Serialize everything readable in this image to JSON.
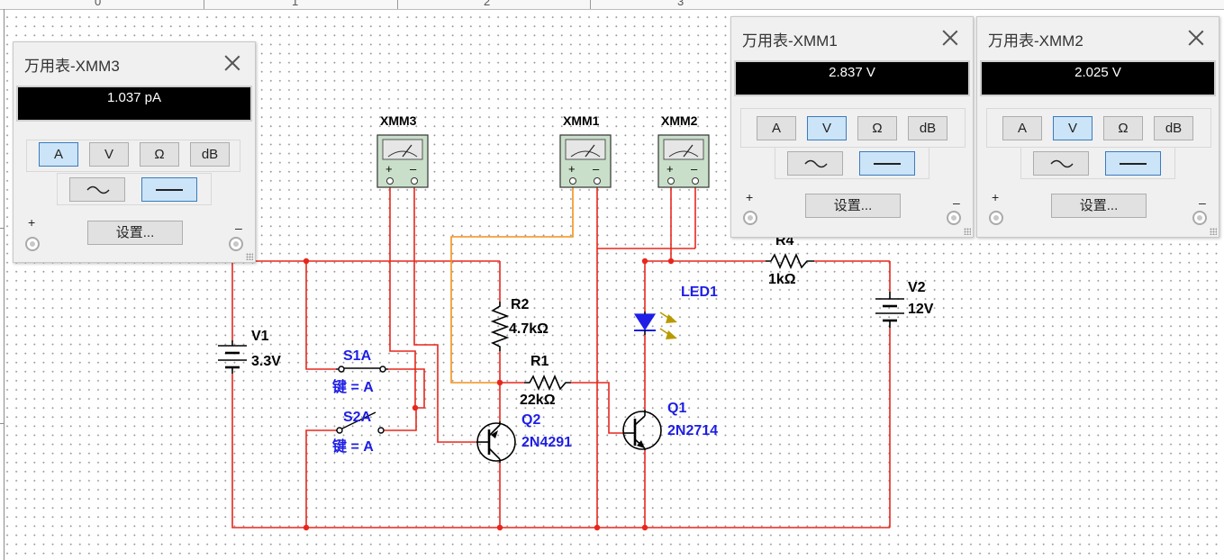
{
  "ruler": {
    "numbers": [
      "0",
      "1",
      "2",
      "3"
    ]
  },
  "colors": {
    "wire": "#e8261c",
    "wire_orange": "#f39019",
    "label_blue": "#1e1ee6",
    "display_bg": "#000000",
    "active_button": "#cce4f7"
  },
  "components": {
    "v1": {
      "ref": "V1",
      "value": "3.3V"
    },
    "v2": {
      "ref": "V2",
      "value": "12V"
    },
    "r1": {
      "ref": "R1",
      "value": "22kΩ"
    },
    "r2": {
      "ref": "R2",
      "value": "4.7kΩ"
    },
    "r4": {
      "ref": "R4",
      "value": "1kΩ"
    },
    "led1": {
      "ref": "LED1"
    },
    "q1": {
      "ref": "Q1",
      "model": "2N2714"
    },
    "q2": {
      "ref": "Q2",
      "model": "2N4291"
    },
    "s1": {
      "ref": "S1A",
      "key": "键 = A"
    },
    "s2": {
      "ref": "S2A",
      "key": "键 = A"
    },
    "xmm1": {
      "ref": "XMM1"
    },
    "xmm2": {
      "ref": "XMM2"
    },
    "xmm3": {
      "ref": "XMM3"
    }
  },
  "multimeters": {
    "xmm3": {
      "title": "万用表-XMM3",
      "reading": "1.037 pA",
      "mode": "A"
    },
    "xmm1": {
      "title": "万用表-XMM1",
      "reading": "2.837 V",
      "mode": "V"
    },
    "xmm2": {
      "title": "万用表-XMM2",
      "reading": "2.025 V",
      "mode": "V"
    }
  },
  "multimeter_ui": {
    "mode_buttons": [
      "A",
      "V",
      "Ω",
      "dB"
    ],
    "settings_label": "设置...",
    "plus_label": "+",
    "minus_label": "–",
    "signal_type": "DC"
  }
}
